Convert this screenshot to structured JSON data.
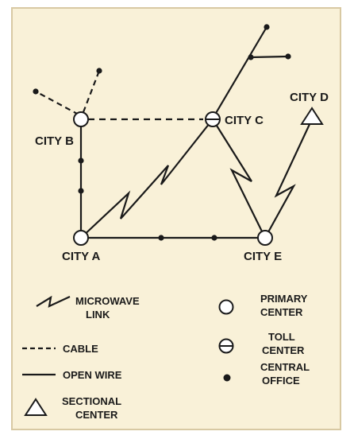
{
  "cities": {
    "a": "CITY A",
    "b": "CITY B",
    "c": "CITY C",
    "d": "CITY D",
    "e": "CITY E"
  },
  "legend": {
    "microwave_line1": "MICROWAVE",
    "microwave_line2": "LINK",
    "cable": "CABLE",
    "open_wire": "OPEN WIRE",
    "sectional_line1": "SECTIONAL",
    "sectional_line2": "CENTER",
    "primary_line1": "PRIMARY",
    "primary_line2": "CENTER",
    "toll_line1": "TOLL",
    "toll_line2": "CENTER",
    "central_line1": "CENTRAL",
    "central_line2": "OFFICE"
  },
  "colors": {
    "background": "#f9f1d8",
    "ink": "#1a1a1a",
    "node_fill": "#ffffff"
  }
}
